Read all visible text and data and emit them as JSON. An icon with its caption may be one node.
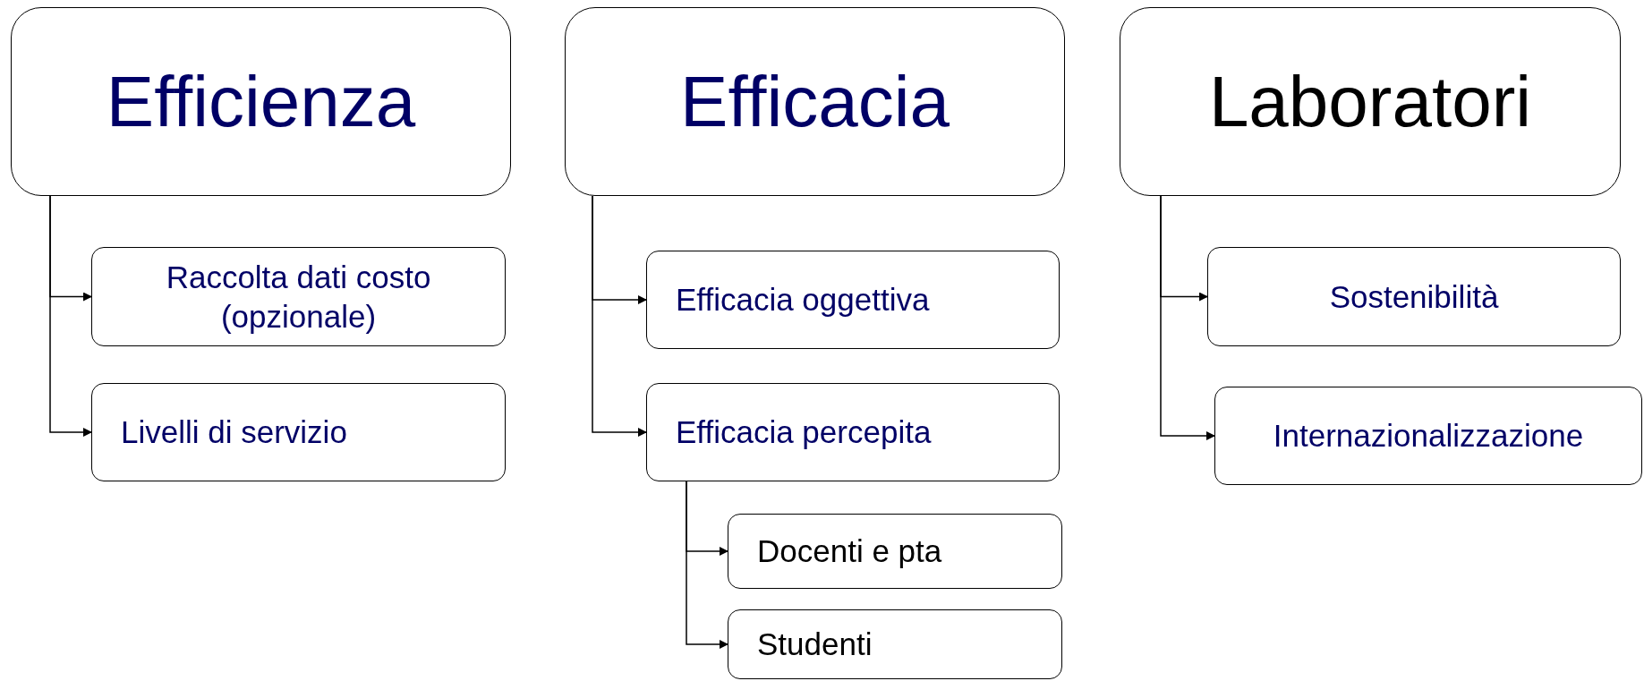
{
  "diagram": {
    "nodes": [
      {
        "text": [
          "Efficienza"
        ]
      },
      {
        "text": [
          "Raccolta dati costo (opzionale)"
        ]
      },
      {
        "text": [
          "Livelli di servizio"
        ]
      },
      {
        "text": [
          "Efficacia"
        ]
      },
      {
        "text": [
          "Efficacia oggettiva"
        ]
      },
      {
        "text": [
          "Efficacia percepita"
        ]
      },
      {
        "text": [
          "Docenti e pta"
        ]
      },
      {
        "text": [
          "Studenti"
        ]
      },
      {
        "text": [
          "Laboratori"
        ]
      },
      {
        "text": [
          "Sostenibilità"
        ]
      },
      {
        "text": [
          "Internazionalizzazione"
        ]
      }
    ],
    "edges": [
      {
        "from": 0,
        "to": 1,
        "arrow": "to"
      },
      {
        "from": 0,
        "to": 2,
        "arrow": "to"
      },
      {
        "from": 3,
        "to": 4,
        "arrow": "to"
      },
      {
        "from": 3,
        "to": 5,
        "arrow": "to"
      },
      {
        "from": 5,
        "to": 6,
        "arrow": "to"
      },
      {
        "from": 5,
        "to": 7,
        "arrow": "to"
      },
      {
        "from": 8,
        "to": 9,
        "arrow": "to"
      },
      {
        "from": 8,
        "to": 10,
        "arrow": "to"
      }
    ]
  }
}
